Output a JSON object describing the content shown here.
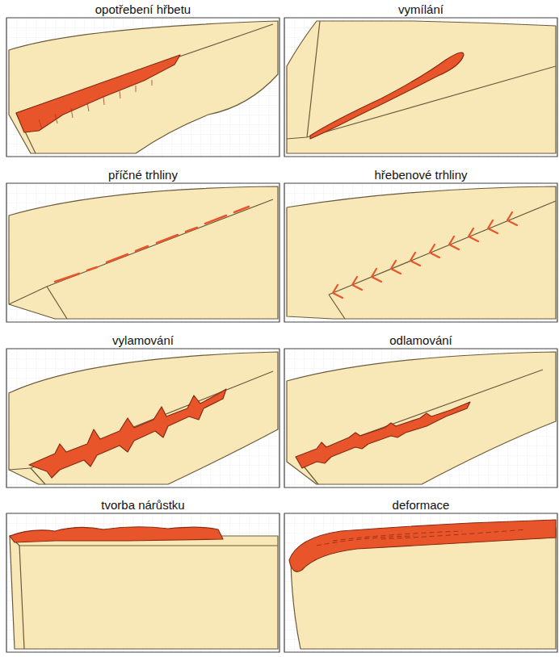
{
  "diagram": {
    "nodes": [
      {
        "text": [
          "opotřebení hřbetu"
        ]
      },
      {
        "text": [
          "vymílání"
        ]
      },
      {
        "text": [
          "příčné trhliny"
        ]
      },
      {
        "text": [
          "hřebenové trhliny"
        ]
      },
      {
        "text": [
          "vylamování"
        ]
      },
      {
        "text": [
          "odlamování"
        ]
      },
      {
        "text": [
          "tvorba nárůstku"
        ]
      },
      {
        "text": [
          "deformace"
        ]
      }
    ]
  }
}
